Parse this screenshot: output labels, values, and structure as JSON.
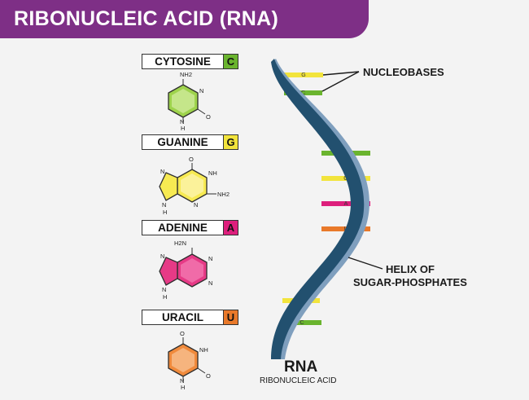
{
  "title": "RIBONUCLEIC ACID (RNA)",
  "bases": [
    {
      "name": "CYTOSINE",
      "letter": "C",
      "color": "#6ab42e",
      "ring_fill": "#9ed34c"
    },
    {
      "name": "GUANINE",
      "letter": "G",
      "color": "#f2e43c",
      "ring_fill": "#f7ea52"
    },
    {
      "name": "ADENINE",
      "letter": "A",
      "color": "#dd1f7c",
      "ring_fill": "#e63a86"
    },
    {
      "name": "URACIL",
      "letter": "U",
      "color": "#e9792a",
      "ring_fill": "#f08a3c"
    }
  ],
  "molecule_atoms": {
    "cytosine": {
      "nh2": "NH2",
      "n_top": "N",
      "o": "O",
      "n_bottom": "N",
      "h": "H"
    },
    "guanine": {
      "o": "O",
      "nh": "NH",
      "nh2": "NH2",
      "n_left": "N",
      "n_right": "N",
      "n_bottom": "N",
      "h": "H"
    },
    "adenine": {
      "nh2": "H2N",
      "n_left": "N",
      "n_right_top": "N",
      "n_right_bottom": "N",
      "n_bottom": "N",
      "h": "H"
    },
    "uracil": {
      "o_top": "O",
      "nh": "NH",
      "o_right": "O",
      "n_bottom": "N",
      "h": "H"
    }
  },
  "rungs": [
    "G",
    "C",
    "C",
    "G",
    "A",
    "U",
    "G",
    "C"
  ],
  "callouts": {
    "nucleobases": "NUCLEOBASES",
    "helix_line1": "HELIX OF",
    "helix_line2": "SUGAR-PHOSPHATES"
  },
  "footer": {
    "title": "RNA",
    "subtitle": "RIBONUCLEIC ACID"
  },
  "colors": {
    "banner": "#7e2f86",
    "helix_dark": "#22506f",
    "helix_light": "#7f9fbe"
  }
}
